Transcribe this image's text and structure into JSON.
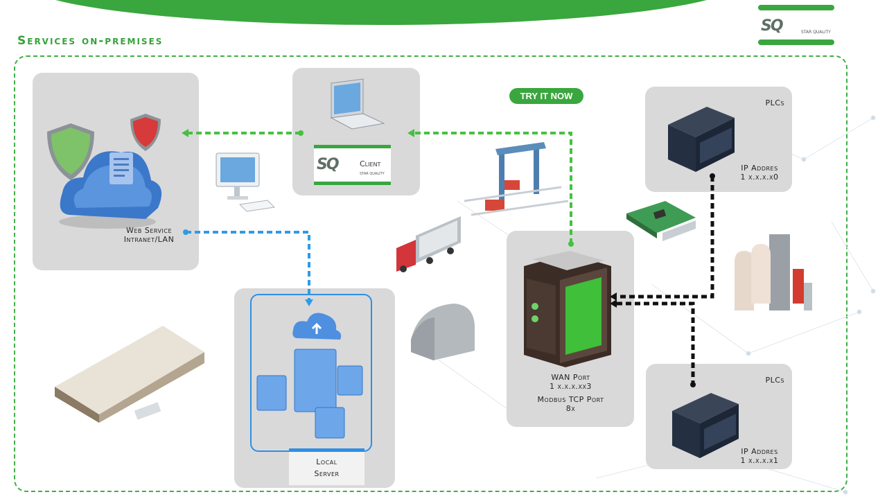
{
  "header": {
    "title": "Services on-premises"
  },
  "logo": {
    "mark": "SQ",
    "tagline": "STAR QUALITY"
  },
  "try_button": {
    "label": "TRY IT NOW"
  },
  "web_service": {
    "line1": "Web Service",
    "line2": "Intranet/LAN"
  },
  "client": {
    "mark": "SQ",
    "label": "Client",
    "tagline": "STAR QUALITY"
  },
  "local_server": {
    "line1": "Local",
    "line2": "Server"
  },
  "gateway": {
    "wan_label": "WAN Port",
    "wan_value": "1 x.x.x.xx3",
    "modbus_label": "Modbus TCP Port",
    "modbus_value": "8x"
  },
  "plc_top": {
    "title": "PLCs",
    "ip_label": "IP Addres",
    "ip_value": "1 x.x.x.x0"
  },
  "plc_bottom": {
    "title": "PLCs",
    "ip_label": "IP Addres",
    "ip_value": "1 x.x.x.x1"
  },
  "colors": {
    "brand_green": "#3aa63e",
    "link_blue": "#2e9be6",
    "card_gray": "#d9d9da",
    "modbus_black": "#111111"
  }
}
